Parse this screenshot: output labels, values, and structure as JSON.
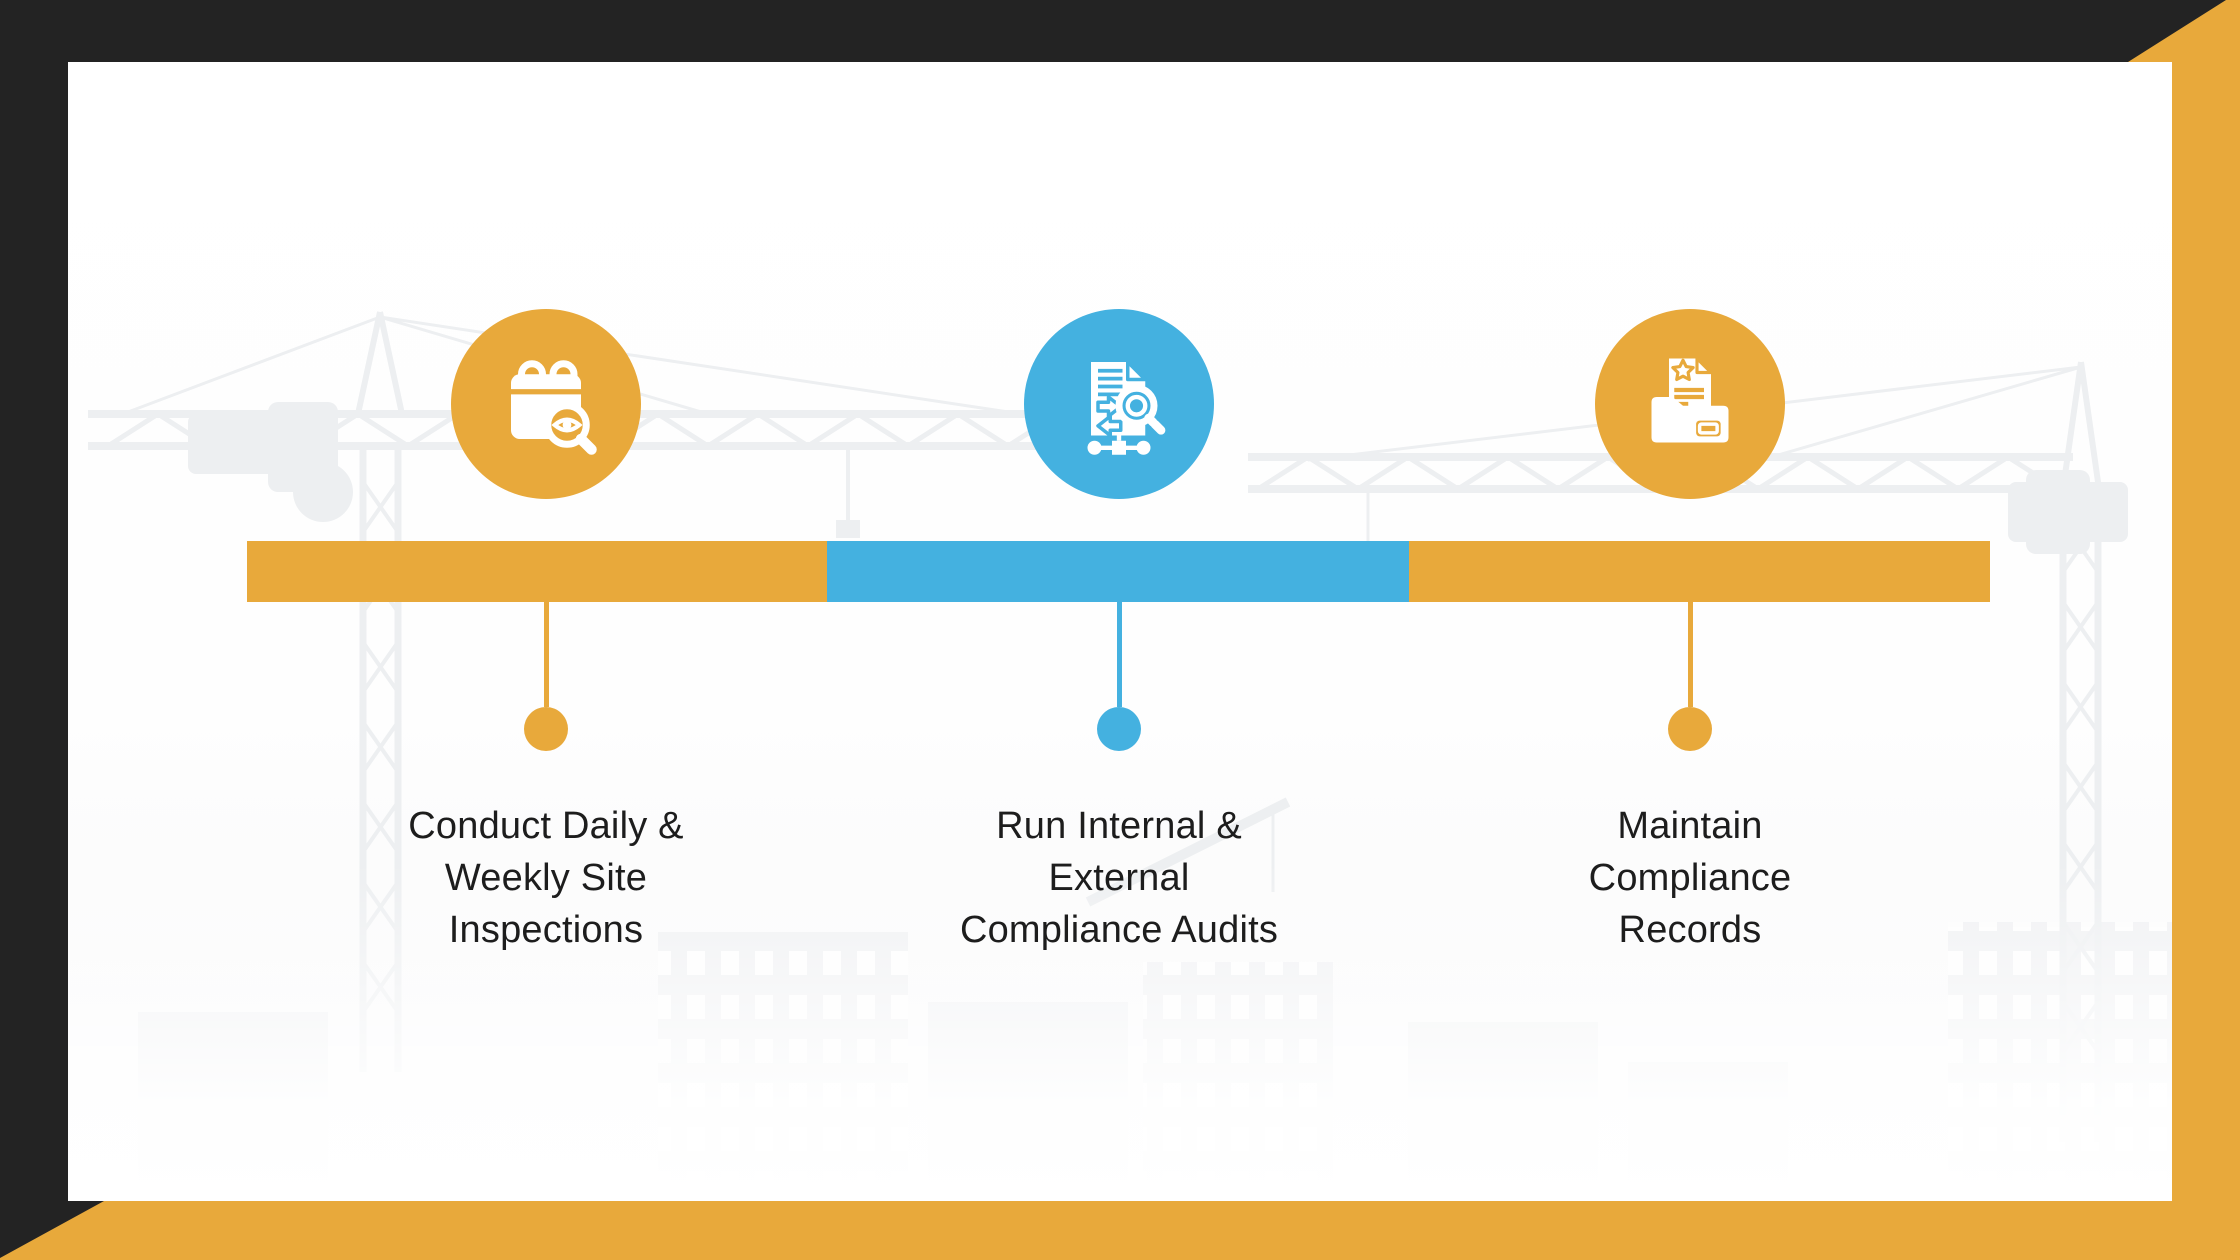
{
  "infographic": {
    "frame_color": "#232323",
    "accent_color": "#E8A93B",
    "panel_background": "#FFFFFF",
    "text_color": "#1D1D1D",
    "watermark_theme": "construction-site-silhouette",
    "steps": [
      {
        "title": "Conduct Daily &\nWeekly Site\nInspections",
        "color": "#E8A93B",
        "icon": "calendar-inspection-icon"
      },
      {
        "title": "Run Internal &\nExternal\nCompliance Audits",
        "color": "#44B1E0",
        "icon": "document-audit-icon"
      },
      {
        "title": "Maintain\nCompliance\nRecords",
        "color": "#E8A93B",
        "icon": "folder-records-icon"
      }
    ]
  }
}
